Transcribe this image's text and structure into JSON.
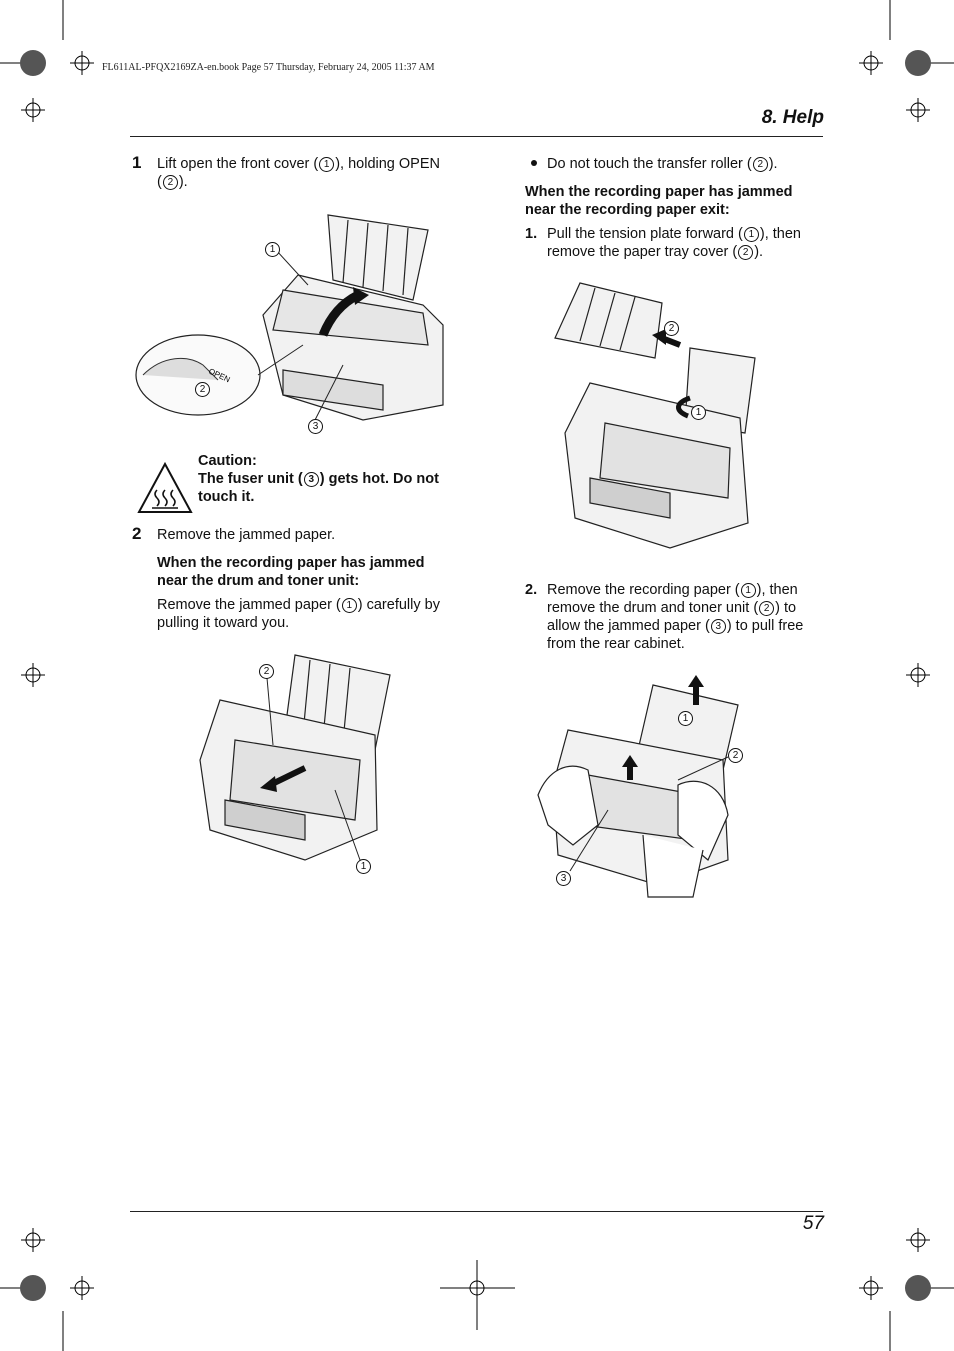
{
  "header": {
    "file_info": "FL611AL-PFQX2169ZA-en.book  Page 57  Thursday, February 24, 2005  11:37 AM",
    "section_title": "8. Help"
  },
  "left": {
    "step1": {
      "num": "1",
      "text_a": "Lift open the front cover (",
      "c1": "1",
      "text_b": "), holding OPEN",
      "text_c": "(",
      "c2": "2",
      "text_d": ")."
    },
    "fig1": {
      "open_label": "OPEN",
      "callouts": [
        "1",
        "2",
        "3"
      ]
    },
    "caution": {
      "title": "Caution:",
      "text_a": "The fuser unit (",
      "c3": "3",
      "text_b": ") gets hot. Do not",
      "text_c": "touch it."
    },
    "step2": {
      "num": "2",
      "text": "Remove the jammed paper."
    },
    "sub_heading_a": "When the recording paper has jammed",
    "sub_heading_b": "near the drum and toner unit:",
    "remove_a": "Remove the jammed paper (",
    "remove_c1": "1",
    "remove_b": ") carefully by",
    "remove_c": "pulling it toward you.",
    "fig2": {
      "callouts": [
        "2",
        "1"
      ]
    }
  },
  "right": {
    "bullet_a": "Do not touch the transfer roller (",
    "bullet_c2": "2",
    "bullet_b": ").",
    "heading_a": "When the recording paper has jammed",
    "heading_b": "near the recording paper exit:",
    "item1": {
      "num": "1.",
      "a": "Pull the tension plate forward (",
      "c1": "1",
      "b": "), then",
      "c": "remove the paper tray cover (",
      "c2": "2",
      "d": ")."
    },
    "fig3": {
      "callouts": [
        "2",
        "1"
      ]
    },
    "item2": {
      "num": "2.",
      "a": "Remove the recording paper (",
      "c1": "1",
      "b": "), then",
      "c": "remove the drum and toner unit (",
      "c2": "2",
      "d": ") to",
      "e": "allow the jammed paper (",
      "c3": "3",
      "f": ") to pull free",
      "g": "from the rear cabinet."
    },
    "fig4": {
      "callouts": [
        "1",
        "2",
        "3"
      ]
    }
  },
  "footer": {
    "page_number": "57"
  }
}
